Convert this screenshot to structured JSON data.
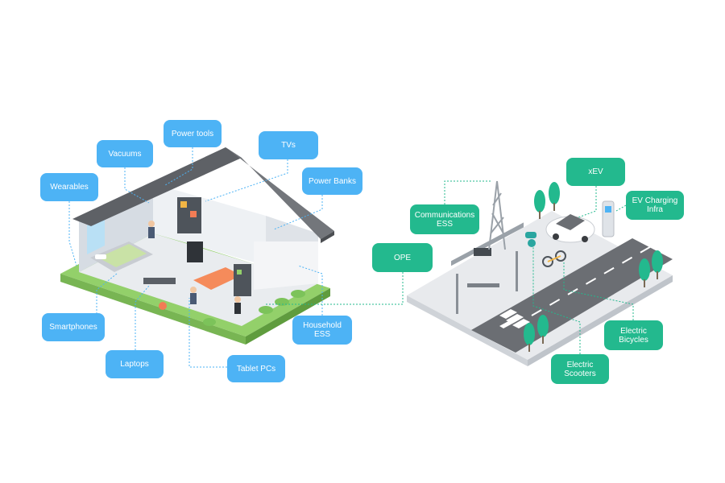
{
  "colors": {
    "device_label": "#4db3f5",
    "ess_label": "#23b98e",
    "roof": "#6b6e73",
    "grass": "#93d06a",
    "road": "#6b6e73",
    "connector_blue": "#4db3f5",
    "connector_green": "#23b98e"
  },
  "home": {
    "labels": {
      "power_tools": "Power tools",
      "vacuums": "Vacuums",
      "tvs": "TVs",
      "wearables": "Wearables",
      "power_banks": "Power Banks",
      "smartphones": "Smartphones",
      "laptops": "Laptops",
      "tablet_pcs": "Tablet PCs",
      "household_ess": "Household\nESS"
    }
  },
  "city": {
    "labels": {
      "ope": "OPE",
      "communications_ess": "Communications\nESS",
      "xev": "xEV",
      "ev_charging_infra": "EV Charging\nInfra",
      "electric_bicycles": "Electric\nBicycles",
      "electric_scooters": "Electric\nScooters"
    }
  }
}
